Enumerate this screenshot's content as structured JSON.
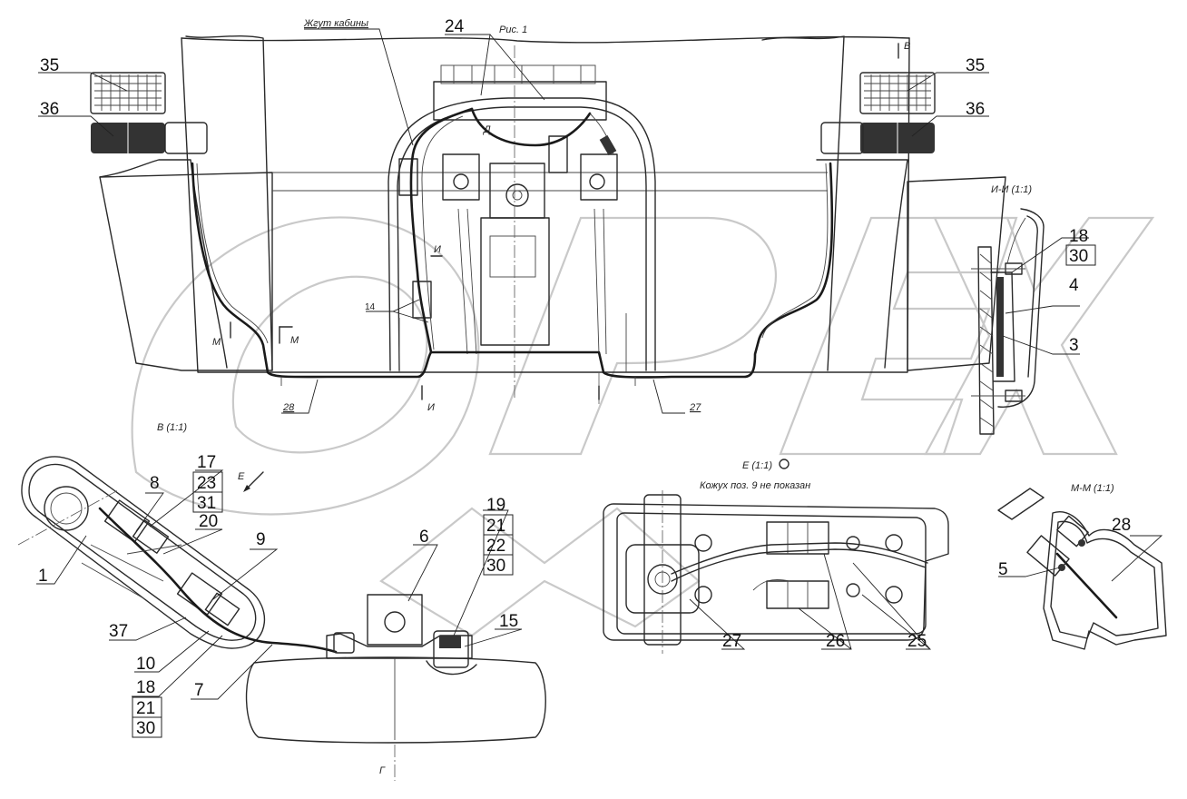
{
  "labels": {
    "fig": "Рис. 1",
    "harness": "Жгут кабины",
    "view_v": "В",
    "view_v_scale": "В (1:1)",
    "view_e": "Е",
    "view_e_scale": "Е (1:1)",
    "note": "Кожух поз. 9 не показан",
    "section_ii": "И-И (1:1)",
    "section_mm": "М-М (1:1)",
    "mark_i": "И",
    "mark_m": "М",
    "mark_d": "Д",
    "mark_g": "Г"
  },
  "callouts": {
    "n1": "1",
    "n3": "3",
    "n4": "4",
    "n5": "5",
    "n6": "6",
    "n7": "7",
    "n8": "8",
    "n9": "9",
    "n10": "10",
    "n14": "14",
    "n15": "15",
    "n17": "17",
    "n18a": "18",
    "n18b": "18",
    "n19": "19",
    "n20": "20",
    "n21a": "21",
    "n21b": "21",
    "n22": "22",
    "n23": "23",
    "n24": "24",
    "n25": "25",
    "n26": "26",
    "n27a": "27",
    "n27b": "27",
    "n28a": "28",
    "n28b": "28",
    "n30a": "30",
    "n30b": "30",
    "n30c": "30",
    "n31": "31",
    "n35a": "35",
    "n35b": "35",
    "n36a": "36",
    "n36b": "36",
    "n37": "37"
  }
}
